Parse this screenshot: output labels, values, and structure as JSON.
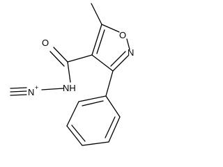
{
  "molecule": {
    "atoms": {
      "ring_o": "O",
      "ring_n": "N",
      "carbonyl_o": "O",
      "amide_nh": "NH",
      "azide_n": "N",
      "azide_charge": "+"
    },
    "colors": {
      "bond": "#000000",
      "label": "#000000",
      "background": "#ffffff"
    }
  }
}
